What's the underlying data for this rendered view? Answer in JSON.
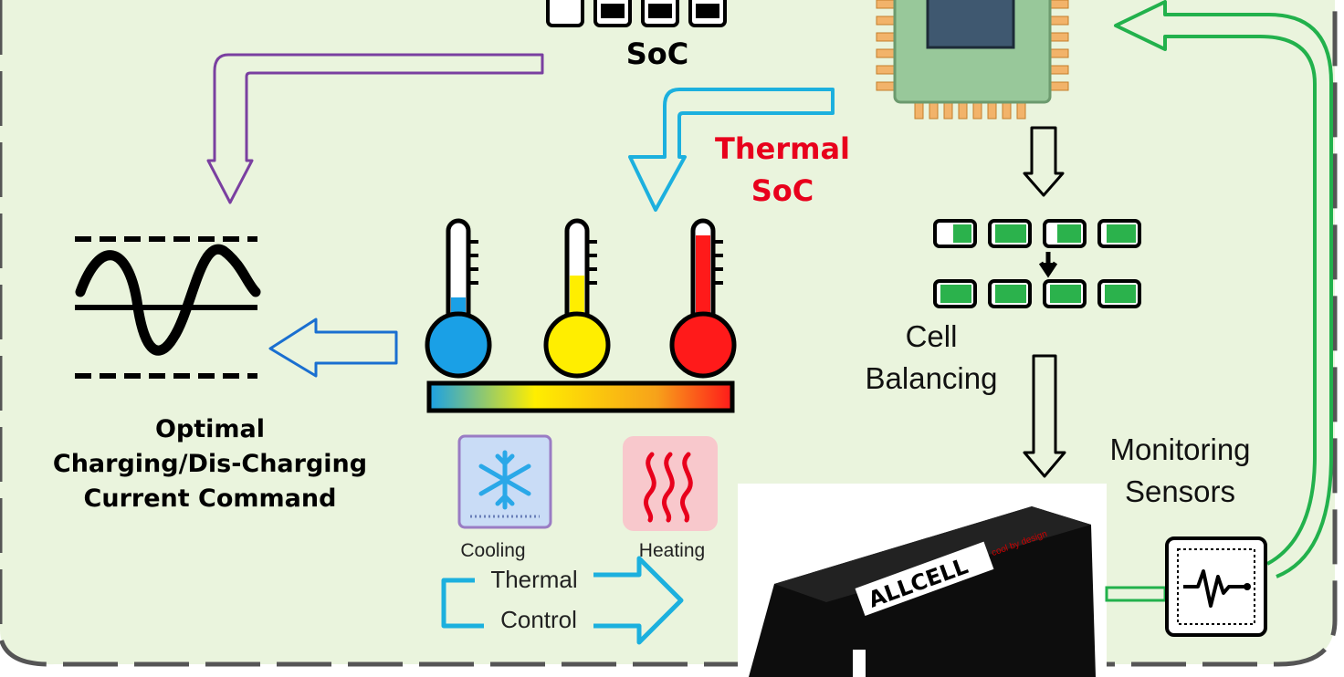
{
  "labels": {
    "soc": "SoC",
    "thermal_line1": "Thermal",
    "thermal_line2": "SoC",
    "optimal_line1": "Optimal",
    "optimal_line2": "Charging/Dis-Charging",
    "optimal_line3": "Current Command",
    "cell_line1": "Cell",
    "cell_line2": "Balancing",
    "monitor_line1": "Monitoring",
    "monitor_line2": "Sensors",
    "cooling": "Cooling",
    "heating": "Heating",
    "thermal_control_line1": "Thermal",
    "thermal_control_line2": "Control",
    "battery_brand": "ALLCELL",
    "battery_tagline": "cool by design"
  },
  "colors": {
    "panel_bg": "#eaf4dd",
    "panel_border": "#555555",
    "purple_arrow": "#7a3fa0",
    "cyan_arrow": "#1cb0de",
    "blue_arrow": "#1a6fd0",
    "green_loop": "#22b14c",
    "thermal_red": "#e8001c",
    "chip_body": "#98c89a",
    "chip_pins": "#f2b36a",
    "chip_core": "#3f5870",
    "battery_green": "#2bb24c",
    "thermo_cold": "#1aa0e6",
    "thermo_mid": "#ffee00",
    "thermo_hot": "#ff1a1a"
  }
}
